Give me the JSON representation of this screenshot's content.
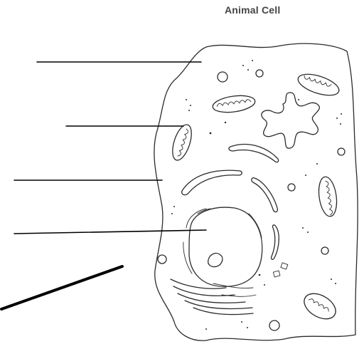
{
  "figure": {
    "title": "Animal Cell"
  },
  "colors": {
    "ink": "#2b2b2b",
    "background": "#ffffff",
    "title": "#444444"
  },
  "organelles": [
    "cell-membrane",
    "cytoplasm",
    "nucleus",
    "nucleolus",
    "mitochondria",
    "golgi-apparatus",
    "endoplasmic-reticulum",
    "lysosome",
    "vacuole",
    "centriole"
  ]
}
